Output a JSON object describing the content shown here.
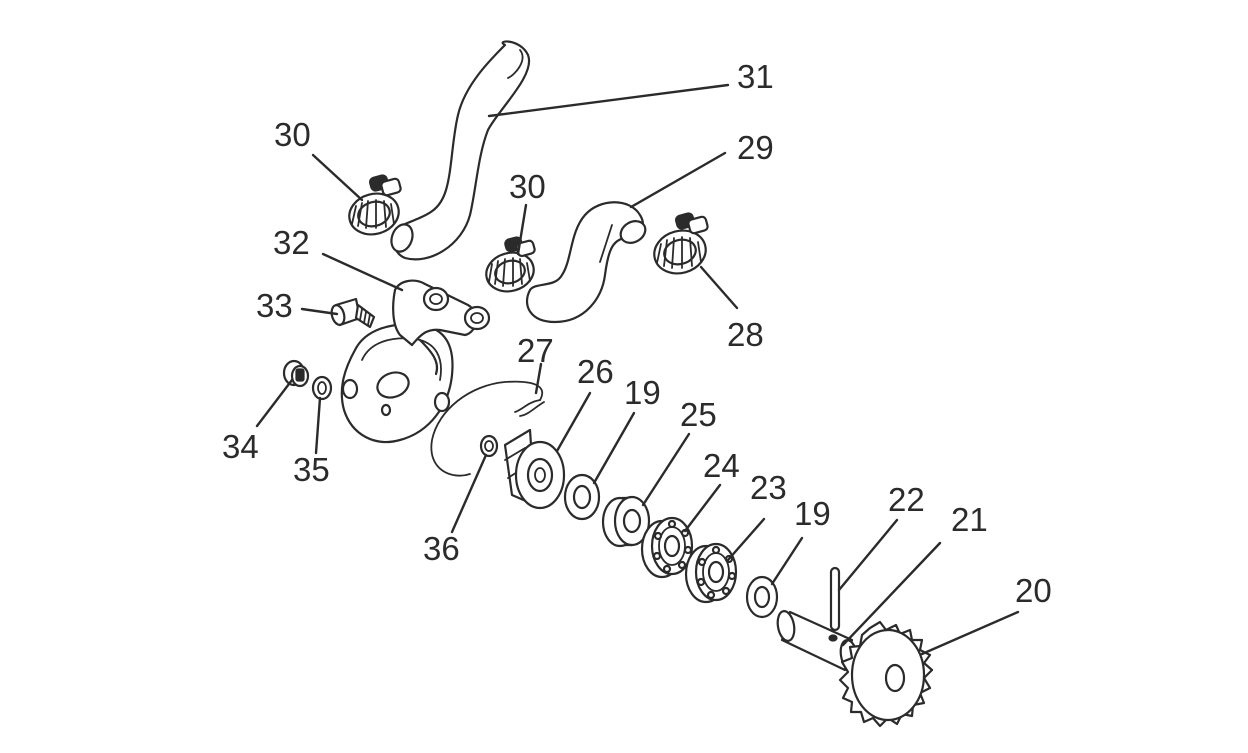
{
  "callouts": [
    {
      "id": "c31",
      "text": "31"
    },
    {
      "id": "c30a",
      "text": "30"
    },
    {
      "id": "c30b",
      "text": "30"
    },
    {
      "id": "c29",
      "text": "29"
    },
    {
      "id": "c32",
      "text": "32"
    },
    {
      "id": "c33",
      "text": "33"
    },
    {
      "id": "c28",
      "text": "28"
    },
    {
      "id": "c27",
      "text": "27"
    },
    {
      "id": "c26",
      "text": "26"
    },
    {
      "id": "c19a",
      "text": "19"
    },
    {
      "id": "c25",
      "text": "25"
    },
    {
      "id": "c24",
      "text": "24"
    },
    {
      "id": "c23",
      "text": "23"
    },
    {
      "id": "c19b",
      "text": "19"
    },
    {
      "id": "c22",
      "text": "22"
    },
    {
      "id": "c21",
      "text": "21"
    },
    {
      "id": "c20",
      "text": "20"
    },
    {
      "id": "c34",
      "text": "34"
    },
    {
      "id": "c35",
      "text": "35"
    },
    {
      "id": "c36",
      "text": "36"
    }
  ]
}
